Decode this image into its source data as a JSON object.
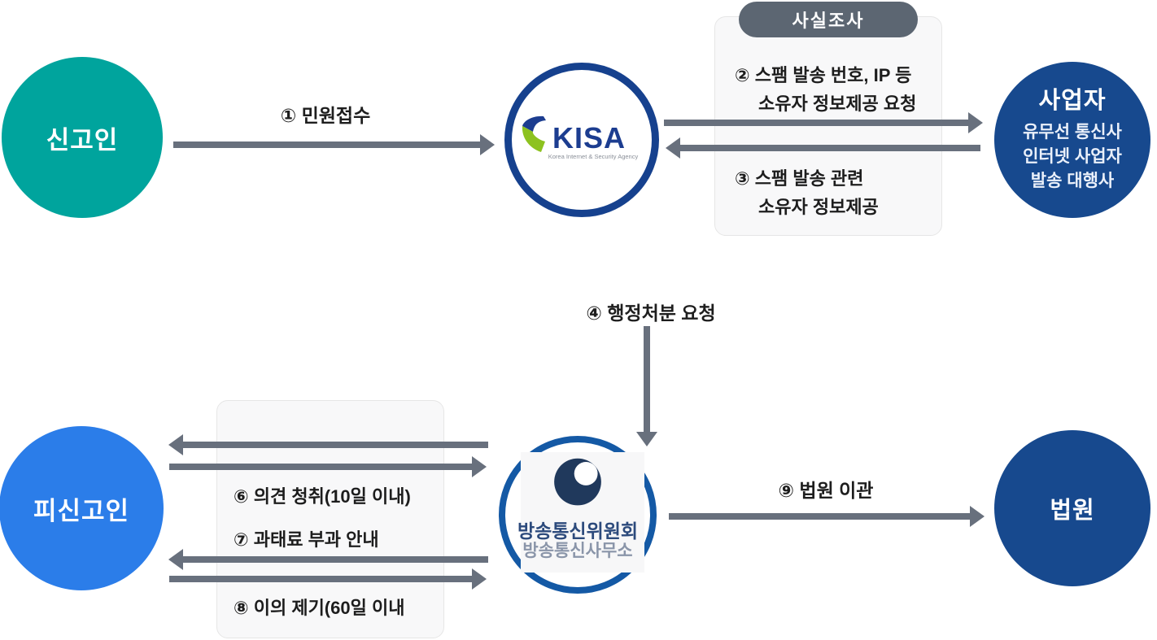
{
  "colors": {
    "teal": "#00a49d",
    "bright_blue": "#2b7de9",
    "navy": "#17498e",
    "kisa_ring": "#16418e",
    "kcc_ring": "#1459a5",
    "arrow_gray": "#68707d",
    "badge_gray": "#5c6672",
    "box_bg": "#f8f8f9",
    "kisa_green": "#8dc21f",
    "kisa_navy": "#1c3d90",
    "kcc_red": "#d6172f",
    "kcc_navy": "#20395c"
  },
  "nodes": {
    "reporter": {
      "label": "신고인"
    },
    "kisa": {
      "wordmark": "KISA",
      "subtitle": "Korea Internet & Security Agency"
    },
    "business": {
      "title": "사업자",
      "lines": [
        "유무선 통신사",
        "인터넷 사업자",
        "발송 대행사"
      ]
    },
    "kcc": {
      "line1": "방송통신위원회",
      "line2": "방송통신사무소"
    },
    "reported": {
      "label": "피신고인"
    },
    "court": {
      "label": "법원"
    }
  },
  "badge": {
    "label": "사실조사"
  },
  "steps": {
    "s1": "① 민원접수",
    "s2_line1": "② 스팸 발송 번호, IP 등",
    "s2_line2": "소유자 정보제공 요청",
    "s3_line1": "③ 스팸 발송 관련",
    "s3_line2": "소유자 정보제공",
    "s4": "④ 행정처분 요청",
    "s6": "⑥ 의견 청취(10일 이내)",
    "s7": "⑦ 과태료 부과 안내",
    "s8": "⑧ 이의 제기(60일 이내",
    "s9": "⑨ 법원 이관"
  }
}
